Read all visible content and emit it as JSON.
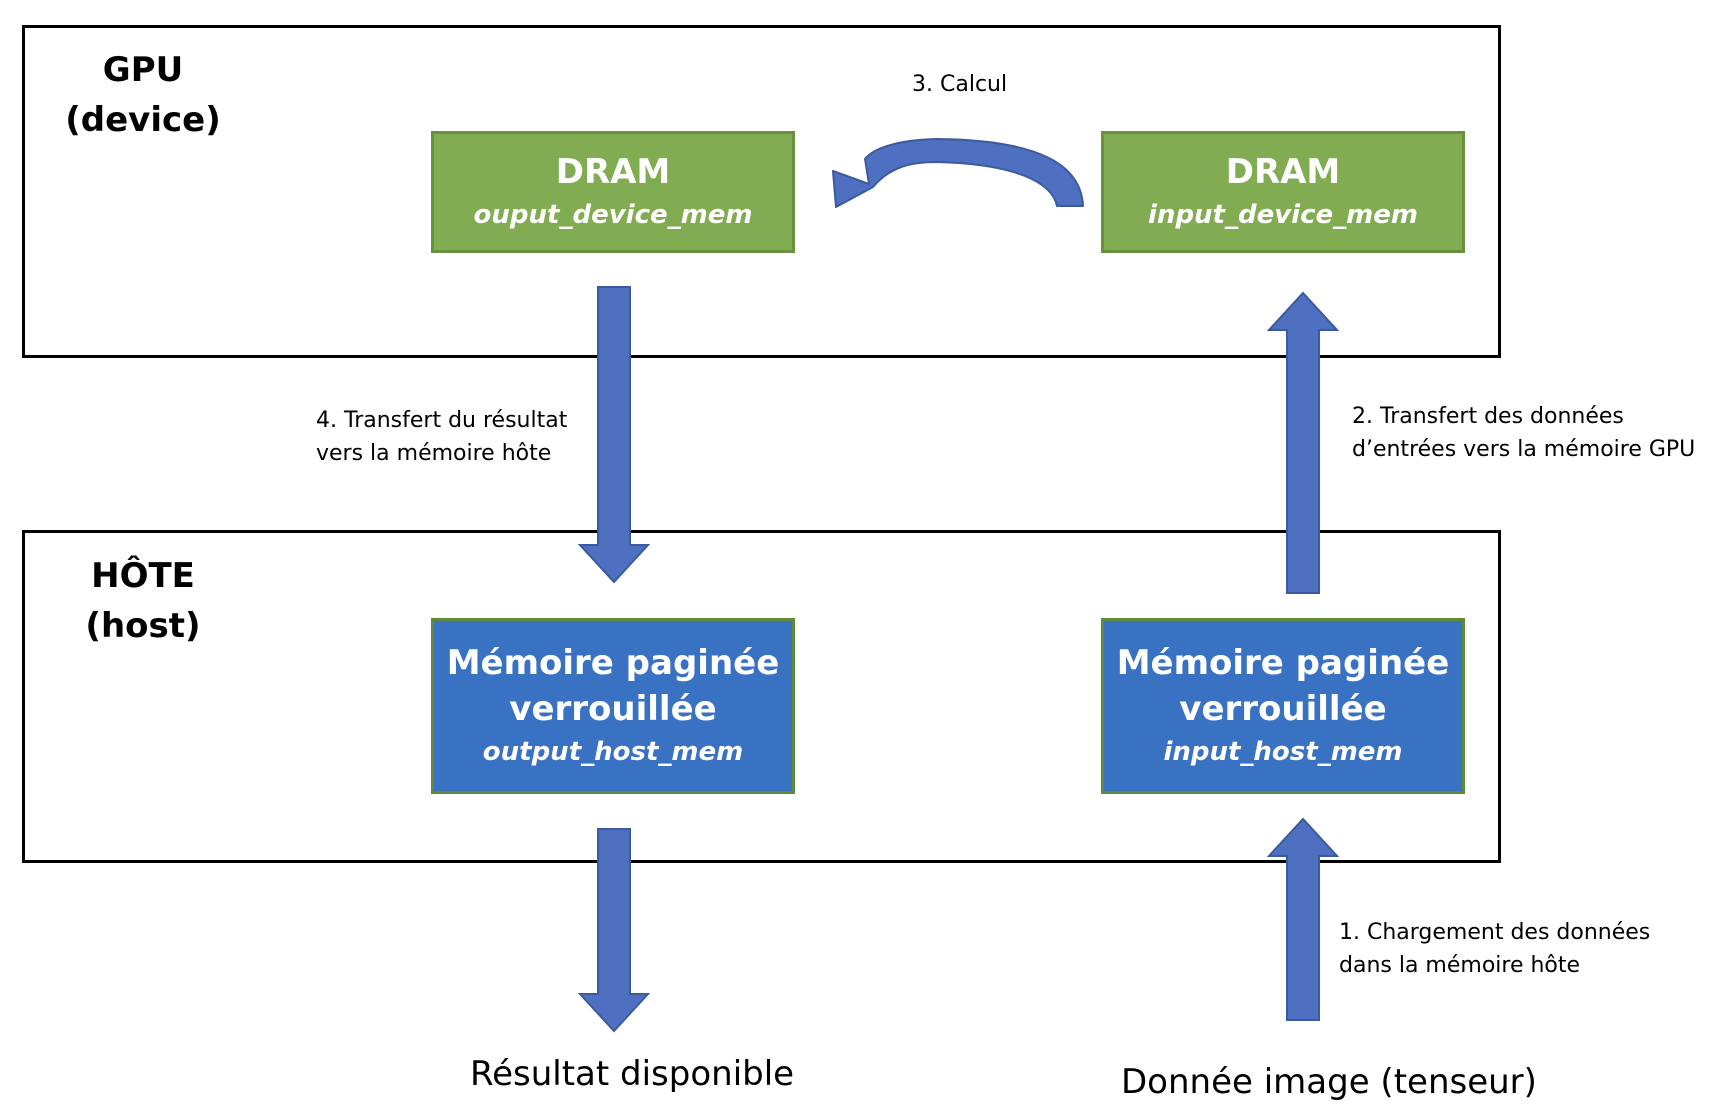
{
  "gpu": {
    "title_line1": "GPU",
    "title_line2": "(device)",
    "dram_output": {
      "title": "DRAM",
      "var": "ouput_device_mem"
    },
    "dram_input": {
      "title": "DRAM",
      "var": "input_device_mem"
    }
  },
  "host": {
    "title_line1": "HÔTE",
    "title_line2": "(host)",
    "mem_output": {
      "title_line1": "Mémoire paginée",
      "title_line2": "verrouillée",
      "var": "output_host_mem"
    },
    "mem_input": {
      "title_line1": "Mémoire paginée",
      "title_line2": "verrouillée",
      "var": "input_host_mem"
    }
  },
  "steps": {
    "step1": {
      "line1": "1. Chargement des données",
      "line2": "dans la mémoire hôte"
    },
    "step2": {
      "line1": "2. Transfert des données",
      "line2": "d’entrées vers la mémoire GPU"
    },
    "step3": {
      "line1": "3. Calcul"
    },
    "step4": {
      "line1": "4. Transfert du résultat",
      "line2": "vers la mémoire hôte"
    }
  },
  "outputs": {
    "result": "Résultat disponible",
    "input_data": "Donnée image (tenseur)"
  },
  "colors": {
    "dram_green": "#82ac52",
    "host_blue": "#3972c2",
    "arrow_blue": "#4f70c0"
  }
}
